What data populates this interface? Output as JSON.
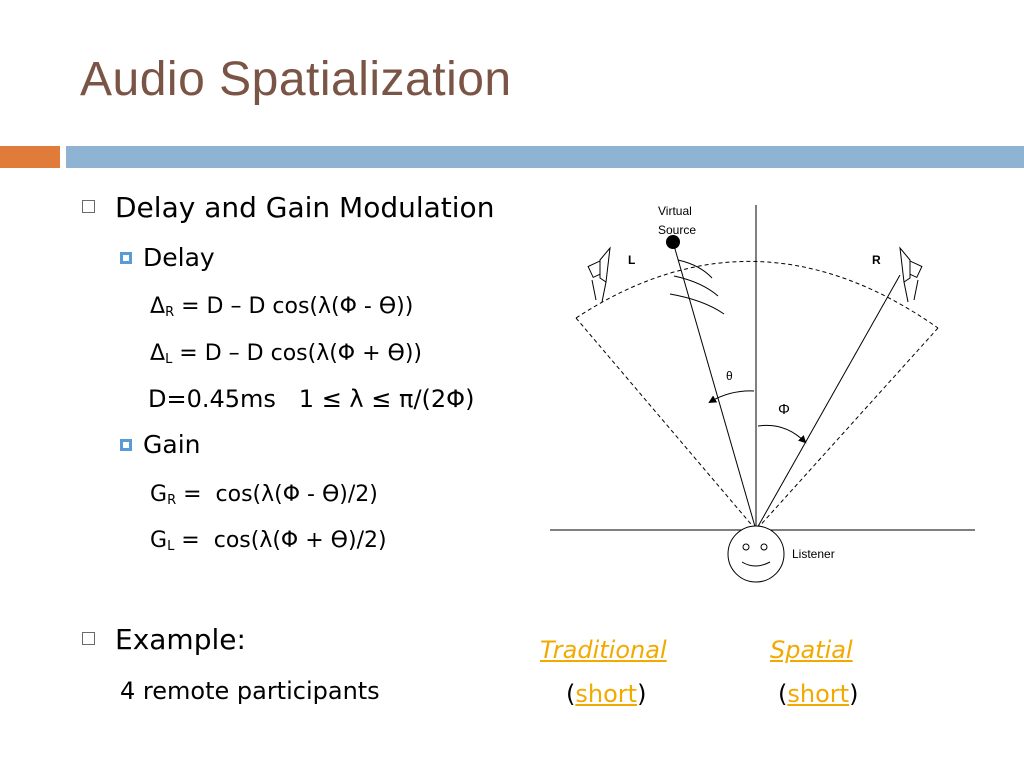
{
  "title": "Audio Spatialization",
  "bullets": {
    "delay_gain": "Delay and Gain Modulation",
    "delay_label": "Delay",
    "delta_r_main": "Δ",
    "delta_r_sub": "R",
    "delta_r_rest": " = D – D cos(λ(Φ - ϴ))",
    "delta_l_main": "Δ",
    "delta_l_sub": "L",
    "delta_l_rest": " = D – D cos(λ(Φ + ϴ))",
    "params": "D=0.45ms   1 ≤ λ ≤ π/(2Φ)",
    "gain_label": "Gain",
    "g_r_main": "G",
    "g_r_sub": "R",
    "g_r_rest": " =  cos(λ(Φ - ϴ)/2)",
    "g_l_main": "G",
    "g_l_sub": "L",
    "g_l_rest": " =  cos(λ(Φ + ϴ)/2)",
    "example": "Example:",
    "participants": "4 remote participants"
  },
  "links": {
    "traditional": "Traditional",
    "spatial": "Spatial",
    "open_paren": "(",
    "close_paren": ")",
    "short1": "short",
    "short2": "short"
  },
  "diagram": {
    "virtual_source_line1": "Virtual",
    "virtual_source_line2": "Source",
    "left_label": "L",
    "right_label": "R",
    "theta": "θ",
    "phi": "Φ",
    "listener": "Listener"
  },
  "colors": {
    "title": "#7a5546",
    "accent_orange": "#e07b39",
    "accent_blue": "#8fb4d3",
    "link": "#f2a900",
    "bullet_fill": "#5b9bd5"
  }
}
